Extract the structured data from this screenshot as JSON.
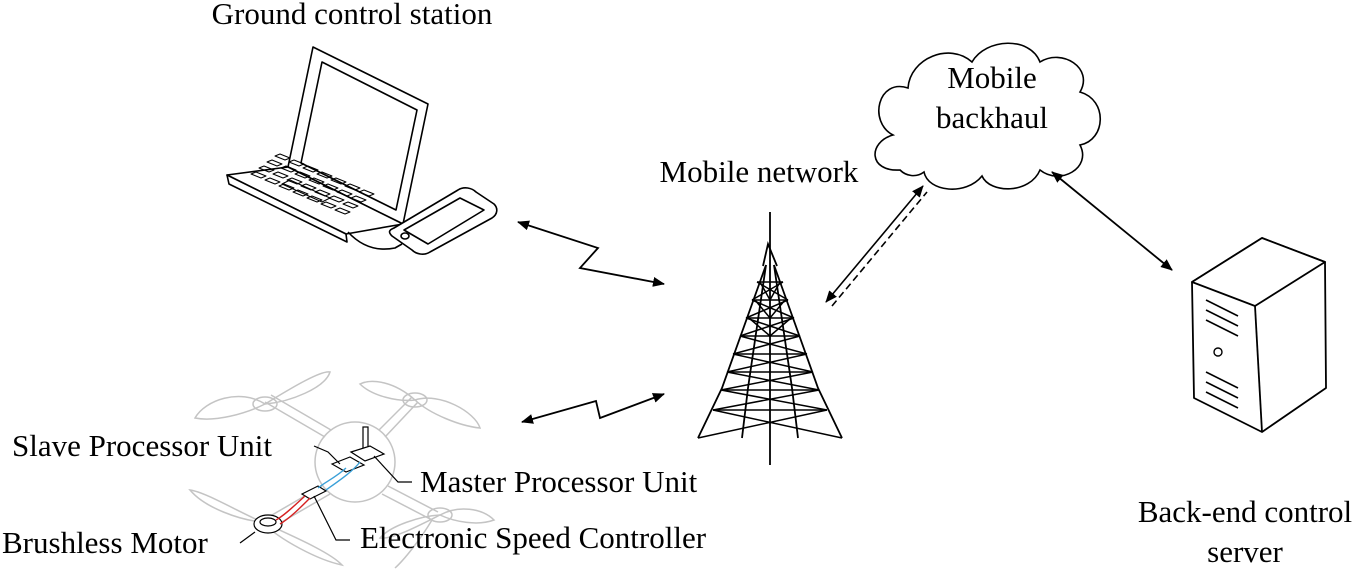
{
  "labels": {
    "ground_station": "Ground control station",
    "mobile_backhaul_line1": "Mobile",
    "mobile_backhaul_line2": "backhaul",
    "mobile_network": "Mobile network",
    "slave_processor": "Slave Processor Unit",
    "master_processor": "Master Processor Unit",
    "brushless_motor": "Brushless Motor",
    "esc": "Electronic Speed Controller",
    "backend_line1": "Back-end control",
    "backend_line2": "server"
  },
  "icons": [
    "laptop-icon",
    "smartphone-icon",
    "cloud-icon",
    "cell-tower-icon",
    "server-icon",
    "drone-icon",
    "brushless-motor-icon"
  ],
  "colors": {
    "line": "#000000",
    "drone": "#bdbdbd",
    "wire_red": "#d62020",
    "wire_blue": "#3aa0d8"
  }
}
